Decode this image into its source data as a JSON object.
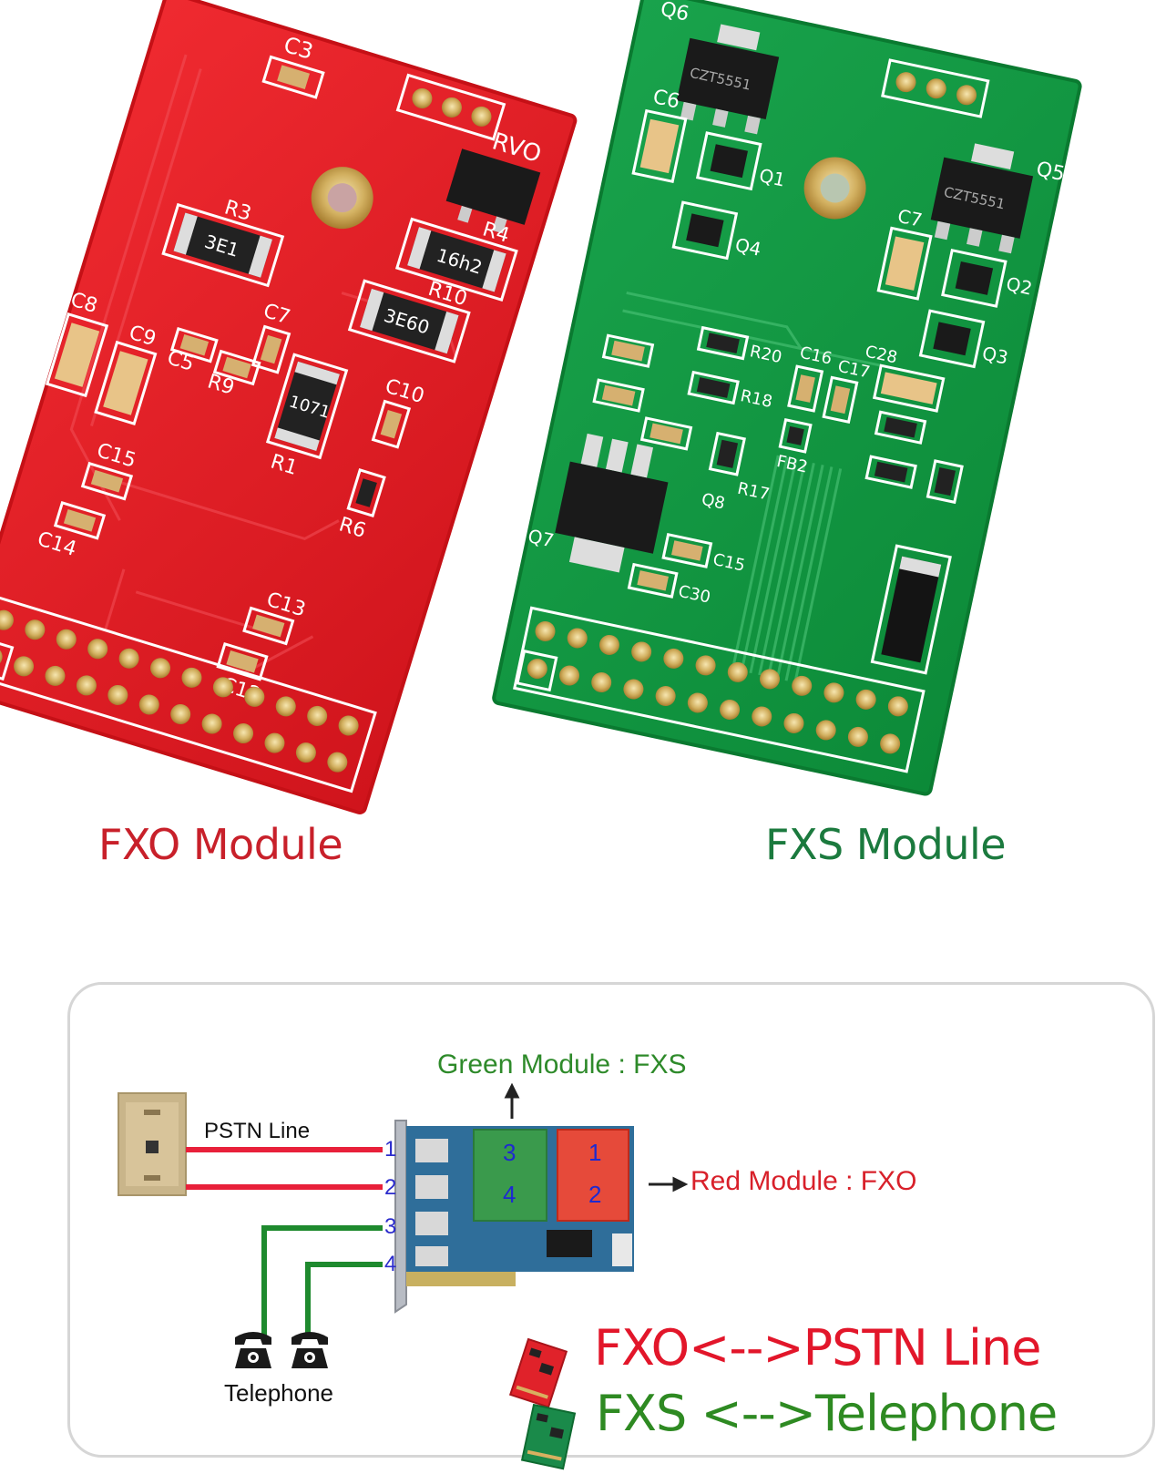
{
  "boards": {
    "fxo": {
      "caption": "FXO Module",
      "caption_color": "#c8202a",
      "board_color": "#e51e25",
      "silkscreen": {
        "c3": "C3",
        "rvo": "RVO",
        "r4": "R4",
        "r3": "R3",
        "r10": "R10",
        "c7": "C7",
        "c10": "C10",
        "c8": "C8",
        "c9": "C9",
        "c5": "C5",
        "r9": "R9",
        "r1": "R1",
        "r6": "R6",
        "c15": "C15",
        "c14": "C14",
        "c13": "C13",
        "c12": "C12"
      },
      "chip_marks": {
        "r4": "16h2",
        "r3": "3E1",
        "r10": "3E60",
        "r1": "1071"
      }
    },
    "fxs": {
      "caption": "FXS Module",
      "caption_color": "#1b7a3e",
      "board_color": "#119943",
      "silkscreen": {
        "q6": "Q6",
        "q5": "Q5",
        "c6": "C6",
        "c7": "C7",
        "q1": "Q1",
        "q2": "Q2",
        "q3": "Q3",
        "q4": "Q4",
        "r20": "R20",
        "r18": "R18",
        "r17": "R17",
        "c16": "C16",
        "c17": "C17",
        "c28": "C28",
        "q8": "Q8",
        "fb2": "FB2",
        "c15": "C15",
        "c30": "C30",
        "q7": "Q7"
      },
      "chip_marks": {
        "q6": "CZT5551",
        "q5": "CZT5551"
      }
    }
  },
  "diagram": {
    "green_module_label": "Green Module : FXS",
    "red_module_label": "Red Module : FXO",
    "pstn_line_label": "PSTN Line",
    "telephone_label": "Telephone",
    "ports": [
      "1",
      "2",
      "3",
      "4"
    ],
    "card_module_numbers": {
      "green": [
        "3",
        "4"
      ],
      "red": [
        "1",
        "2"
      ]
    },
    "legend": {
      "fxo": "FXO<-->PSTN Line",
      "fxs": "FXS <-->Telephone"
    },
    "colors": {
      "red_wire": "#e8203a",
      "green_wire": "#1e8a2e",
      "green_label": "#2e8a2a",
      "red_label": "#d8202a",
      "legend_red": "#e2162a",
      "legend_green": "#2e8a22",
      "port_blue": "#2b2bcc"
    },
    "icons": [
      "wall-jack-icon",
      "telephone-icon",
      "telephone-icon",
      "up-arrow-icon",
      "right-arrow-icon"
    ]
  }
}
